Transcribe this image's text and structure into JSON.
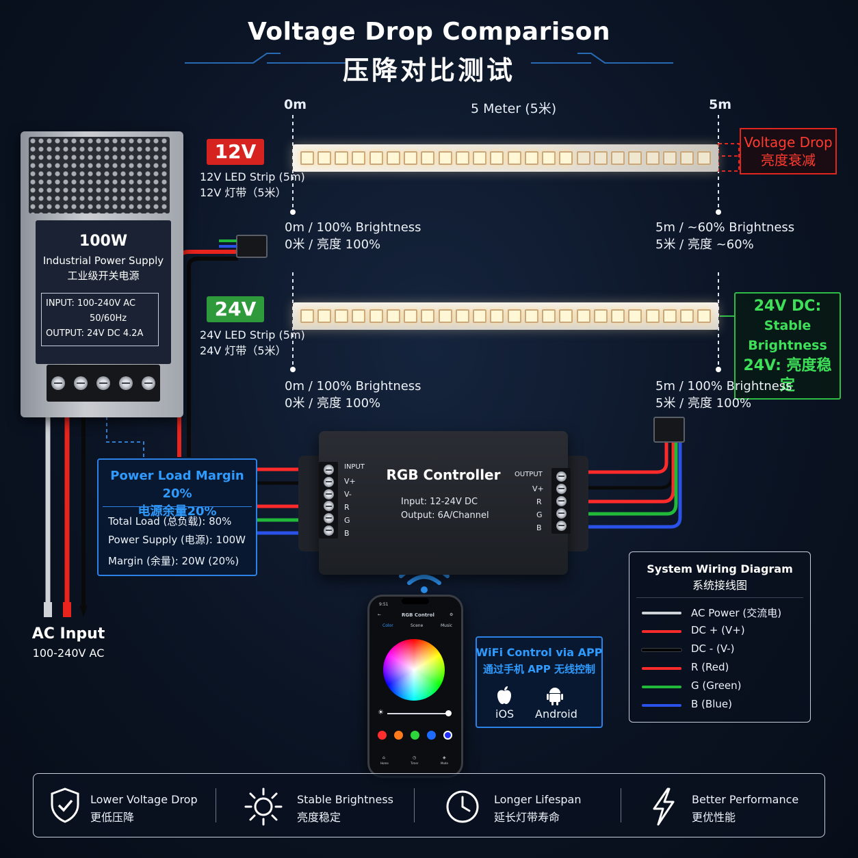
{
  "title": {
    "en": "Voltage Drop Comparison",
    "cn": "压降对比测试"
  },
  "ruler": {
    "start": "0m",
    "middle": "5 Meter (5米)",
    "end": "5m"
  },
  "strip12": {
    "badge": "12V",
    "label_en": "12V LED Strip (5m)",
    "label_cn": "12V 灯带（5米）",
    "start_en": "0m / 100% Brightness",
    "start_cn": "0米 / 亮度 100%",
    "end_en": "5m / ~60% Brightness",
    "end_cn": "5米 / 亮度 ~60%",
    "callout_en": "Voltage Drop",
    "callout_cn": "亮度衰减"
  },
  "strip24": {
    "badge": "24V",
    "label_en": "24V LED Strip (5m)",
    "label_cn": "24V 灯带（5米）",
    "start_en": "0m / 100% Brightness",
    "start_cn": "0米 / 亮度 100%",
    "end_en": "5m / 100% Brightness",
    "end_cn": "5米 / 亮度 100%",
    "callout_line1": "24V DC:",
    "callout_line2": "Stable Brightness",
    "callout_line3": "24V: 亮度稳定"
  },
  "psu": {
    "watt": "100W",
    "name_en": "Industrial Power Supply",
    "name_cn": "工业级开关电源",
    "input_line1": "INPUT:  100-240V AC",
    "input_line2": "50/60Hz",
    "output": "OUTPUT: 24V DC 4.2A"
  },
  "margin": {
    "title_en": "Power Load Margin 20%",
    "title_cn": "电源余量20%",
    "total": "Total Load (总负载): 80%",
    "supply": "Power Supply (电源): 100W",
    "margin": "Margin (余量): 20W (20%)"
  },
  "ac": {
    "title": "AC Input",
    "sub": "100-240V AC"
  },
  "controller": {
    "title": "RGB Controller",
    "input_spec": "Input: 12-24V DC",
    "output_spec": "Output: 6A/Channel",
    "input_label": "INPUT",
    "input_pins": [
      "V+",
      "V-",
      "R",
      "G",
      "B"
    ],
    "output_label": "OUTPUT",
    "output_pins": [
      "V+",
      "R",
      "G",
      "B"
    ]
  },
  "phone": {
    "time": "9:51",
    "app_title": "RGB Control",
    "tabs": [
      "Color",
      "Scene",
      "Music"
    ],
    "nav": [
      "Home",
      "Timer",
      "Mode"
    ]
  },
  "wifi": {
    "title_en": "WiFi Control via APP",
    "title_cn": "通过手机 APP 无线控制",
    "ios": "iOS",
    "android": "Android"
  },
  "legend": {
    "title_en": "System Wiring Diagram",
    "title_cn": "系统接线图",
    "items": [
      {
        "label": "AC Power (交流电)",
        "color": "#cfd3d8"
      },
      {
        "label": "DC + (V+)",
        "color": "#ff2a2a"
      },
      {
        "label": "DC - (V-)",
        "color": "#050505"
      },
      {
        "label": "R (Red)",
        "color": "#ff2a2a"
      },
      {
        "label": "G (Green)",
        "color": "#22b83a"
      },
      {
        "label": "B (Blue)",
        "color": "#2a52e8"
      }
    ]
  },
  "features": [
    {
      "en": "Lower Voltage Drop",
      "cn": "更低压降",
      "icon": "shield-check-icon"
    },
    {
      "en": "Stable Brightness",
      "cn": "亮度稳定",
      "icon": "sun-icon"
    },
    {
      "en": "Longer Lifespan",
      "cn": "延长灯带寿命",
      "icon": "clock-icon"
    },
    {
      "en": "Better Performance",
      "cn": "更优性能",
      "icon": "lightning-icon"
    }
  ],
  "colors": {
    "accent_blue": "#2f9bff",
    "drop_red": "#e2261e",
    "stable_green": "#3ee05a",
    "swatches": [
      "#ff2d2d",
      "#ff7a1a",
      "#2dd63a",
      "#1e6bff",
      "#1e2fff"
    ]
  }
}
